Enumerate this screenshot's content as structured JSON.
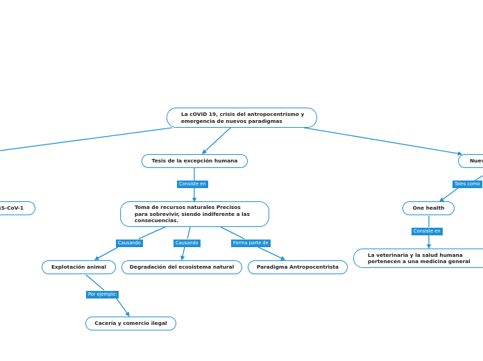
{
  "nodes": {
    "root": "La cOVID 19, crisis del antropocentrismo y emergencia de nuevos paradigmas",
    "tesis": "Tesis de la excepción humana",
    "toma": "Toma de recursos naturales Precisos para sobrevivir, siendo indiferente a las consecuencias.",
    "explotacion": "Explotación animal",
    "degradacion": "Degradación del ecosistema natural",
    "paradigma": "Paradigma Antropocentrista",
    "caceria": "Cacería y comercio ilegal",
    "sars": "RS-CoV-1",
    "nuev": "Nuev",
    "onehealth": "One health",
    "veterinaria": "La veterinaria y la salud humana pertenecen a una medicina general"
  },
  "tags": {
    "consiste1": "Consiste en",
    "causando1": "Causando",
    "causando2": "Causando",
    "forma": "Forma parte de",
    "porejemplo": "Por ejemplo:",
    "tales": "Tales como",
    "consiste2": "Consiste en"
  },
  "colors": {
    "accent": "#1f8fd6",
    "text": "#1d1d1d",
    "tag_text": "#ffffff"
  }
}
